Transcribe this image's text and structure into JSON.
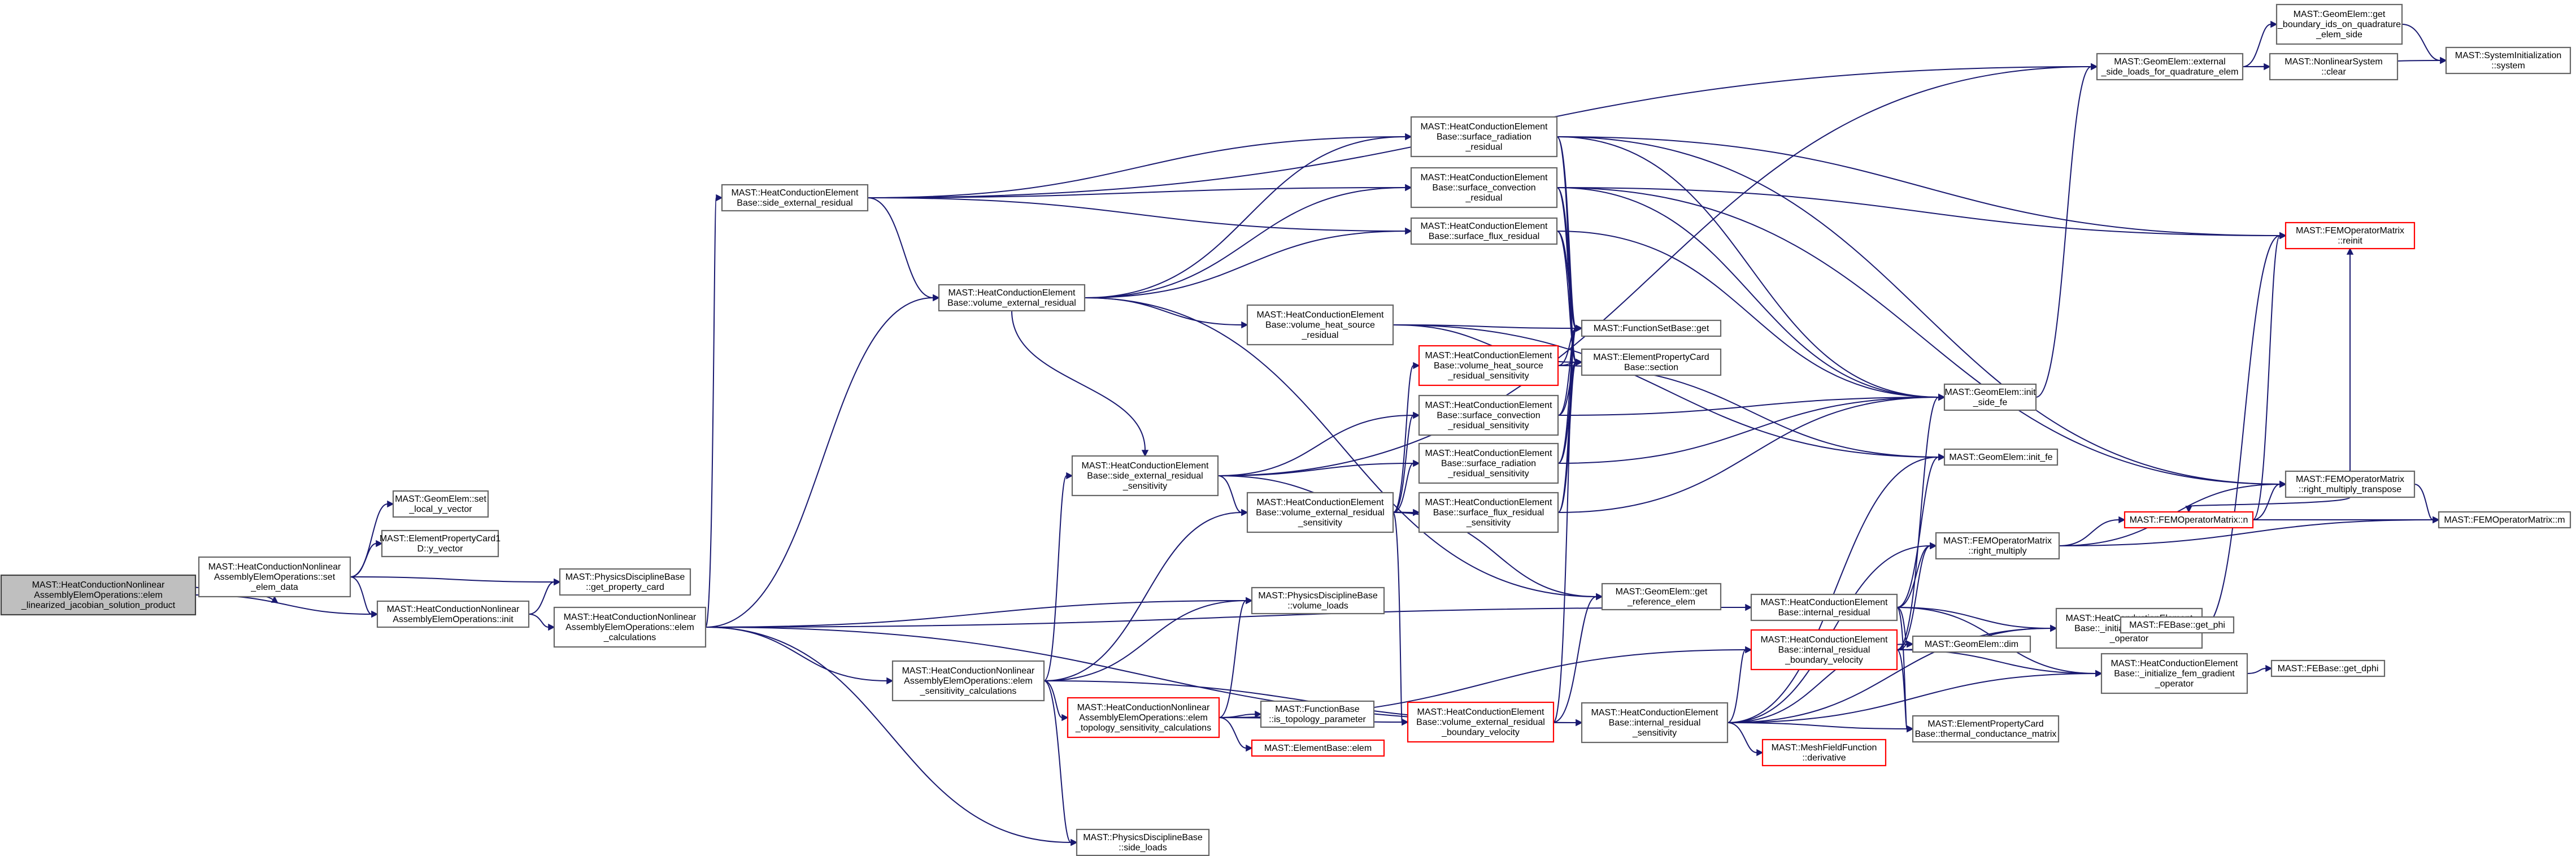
{
  "colors": {
    "edge": "#191970",
    "node_border": "#666666",
    "node_border_red": "#ff0000",
    "root_fill": "#bfbfbf"
  },
  "nodes": {
    "root": [
      "MAST::HeatConductionNonlinear",
      "AssemblyElemOperations::elem",
      "_linearized_jacobian_solution_product"
    ],
    "set_elem_data": [
      "MAST::HeatConductionNonlinear",
      "AssemblyElemOperations::set",
      "_elem_data"
    ],
    "init": [
      "MAST::HeatConductionNonlinear",
      "AssemblyElemOperations::init"
    ],
    "set_local_y": [
      "MAST::GeomElem::set",
      "_local_y_vector"
    ],
    "y_vector": [
      "MAST::ElementPropertyCard1",
      "D::y_vector"
    ],
    "get_property_card": [
      "MAST::PhysicsDisciplineBase",
      "::get_property_card"
    ],
    "elem_calculations": [
      "MAST::HeatConductionNonlinear",
      "AssemblyElemOperations::elem",
      "_calculations"
    ],
    "side_external_residual": [
      "MAST::HeatConductionElement",
      "Base::side_external_residual"
    ],
    "volume_external_residual": [
      "MAST::HeatConductionElement",
      "Base::volume_external_residual"
    ],
    "side_external_residual_sensitivity": [
      "MAST::HeatConductionElement",
      "Base::side_external_residual",
      "_sensitivity"
    ],
    "elem_sensitivity_calculations": [
      "MAST::HeatConductionNonlinear",
      "AssemblyElemOperations::elem",
      "_sensitivity_calculations"
    ],
    "elem_topology_sensitivity_calculations": [
      "MAST::HeatConductionNonlinear",
      "AssemblyElemOperations::elem",
      "_topology_sensitivity_calculations"
    ],
    "side_loads": [
      "MAST::PhysicsDisciplineBase",
      "::side_loads"
    ],
    "volume_loads": [
      "MAST::PhysicsDisciplineBase",
      "::volume_loads"
    ],
    "is_topology_parameter": [
      "MAST::FunctionBase",
      "::is_topology_parameter"
    ],
    "elementbase_elem": [
      "MAST::ElementBase::elem"
    ],
    "surface_radiation_residual": [
      "MAST::HeatConductionElement",
      "Base::surface_radiation",
      "_residual"
    ],
    "surface_convection_residual": [
      "MAST::HeatConductionElement",
      "Base::surface_convection",
      "_residual"
    ],
    "surface_flux_residual": [
      "MAST::HeatConductionElement",
      "Base::surface_flux_residual"
    ],
    "volume_heat_source_residual": [
      "MAST::HeatConductionElement",
      "Base::volume_heat_source",
      "_residual"
    ],
    "volume_heat_source_residual_sensitivity": [
      "MAST::HeatConductionElement",
      "Base::volume_heat_source",
      "_residual_sensitivity"
    ],
    "surface_convection_residual_sensitivity": [
      "MAST::HeatConductionElement",
      "Base::surface_convection",
      "_residual_sensitivity"
    ],
    "surface_radiation_residual_sensitivity": [
      "MAST::HeatConductionElement",
      "Base::surface_radiation",
      "_residual_sensitivity"
    ],
    "volume_external_residual_sensitivity": [
      "MAST::HeatConductionElement",
      "Base::volume_external_residual",
      "_sensitivity"
    ],
    "surface_flux_residual_sensitivity": [
      "MAST::HeatConductionElement",
      "Base::surface_flux_residual",
      "_sensitivity"
    ],
    "volume_external_residual_boundary_velocity": [
      "MAST::HeatConductionElement",
      "Base::volume_external_residual",
      "_boundary_velocity"
    ],
    "internal_residual_sensitivity": [
      "MAST::HeatConductionElement",
      "Base::internal_residual",
      "_sensitivity"
    ],
    "function_set_get": [
      "MAST::FunctionSetBase::get"
    ],
    "section": [
      "MAST::ElementPropertyCard",
      "Base::section"
    ],
    "get_reference_elem": [
      "MAST::GeomElem::get",
      "_reference_elem"
    ],
    "internal_residual": [
      "MAST::HeatConductionElement",
      "Base::internal_residual"
    ],
    "internal_residual_boundary_velocity": [
      "MAST::HeatConductionElement",
      "Base::internal_residual",
      "_boundary_velocity"
    ],
    "mesh_field_derivative": [
      "MAST::MeshFieldFunction",
      "::derivative"
    ],
    "geomelem_dim": [
      "MAST::GeomElem::dim"
    ],
    "thermal_conductance_matrix": [
      "MAST::ElementPropertyCard",
      "Base::thermal_conductance_matrix"
    ],
    "init_side_fe": [
      "MAST::GeomElem::init",
      "_side_fe"
    ],
    "init_fe": [
      "MAST::GeomElem::init_fe"
    ],
    "right_multiply": [
      "MAST::FEMOperatorMatrix",
      "::right_multiply"
    ],
    "initialize_mass_fem_operator": [
      "MAST::HeatConductionElement",
      "Base::_initialize_mass_fem",
      "_operator"
    ],
    "initialize_fem_gradient_operator": [
      "MAST::HeatConductionElement",
      "Base::_initialize_fem_gradient",
      "_operator"
    ],
    "get_phi": [
      "MAST::FEBase::get_phi"
    ],
    "get_dphi": [
      "MAST::FEBase::get_dphi"
    ],
    "external_side_loads": [
      "MAST::GeomElem::external",
      "_side_loads_for_quadrature_elem"
    ],
    "get_boundary_ids": [
      "MAST::GeomElem::get",
      "_boundary_ids_on_quadrature",
      "_elem_side"
    ],
    "nonlinear_clear": [
      "MAST::NonlinearSystem",
      "::clear"
    ],
    "system_initialization": [
      "MAST::SystemInitialization",
      "::system"
    ],
    "reinit": [
      "MAST::FEMOperatorMatrix",
      "::reinit"
    ],
    "right_multiply_transpose": [
      "MAST::FEMOperatorMatrix",
      "::right_multiply_transpose"
    ],
    "fem_n": [
      "MAST::FEMOperatorMatrix::n"
    ],
    "fem_m": [
      "MAST::FEMOperatorMatrix::m"
    ]
  }
}
